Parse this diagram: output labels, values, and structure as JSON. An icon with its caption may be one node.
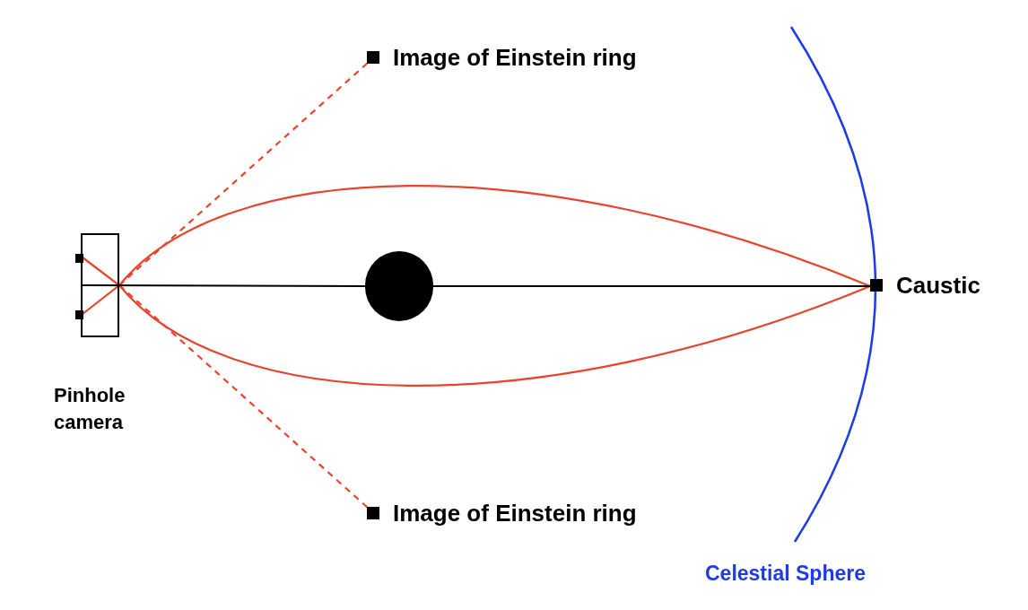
{
  "diagram": {
    "nodes": [
      {
        "text": [],
        "shape": "box",
        "beside": [
          "Pinhole camera"
        ]
      },
      {
        "text": [],
        "shape": "box",
        "in": 0
      },
      {
        "text": [],
        "shape": "box",
        "in": 0
      },
      {
        "text": [
          "Image of Einstein ring"
        ]
      },
      {
        "text": [
          "Image of Einstein ring"
        ]
      },
      {
        "text": [],
        "shape": "circle"
      },
      {
        "text": [
          "Caustic"
        ]
      }
    ],
    "edges": [
      {
        "from": 6,
        "to": 2,
        "arrow": "none"
      },
      {
        "from": 6,
        "to": 1,
        "arrow": "none"
      },
      {
        "from": 0,
        "to": 3,
        "arrow": "none",
        "style": "dashed"
      },
      {
        "from": 0,
        "to": 4,
        "arrow": "none",
        "style": "dashed"
      },
      {
        "from": 0,
        "to": 5,
        "arrow": "none",
        "color": "#000000"
      },
      {
        "from": 5,
        "to": 6,
        "arrow": "none",
        "color": "#000000"
      }
    ],
    "labels": [
      "Celestial Sphere"
    ]
  }
}
